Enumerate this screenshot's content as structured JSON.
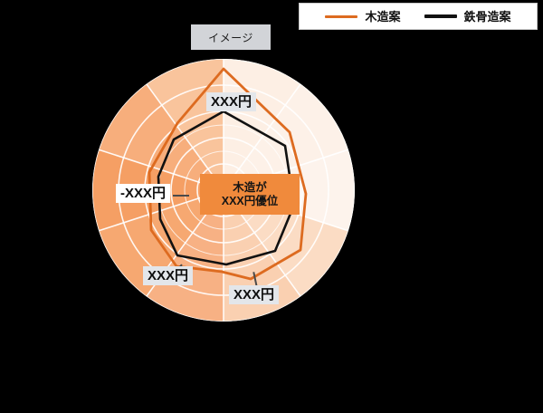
{
  "legend": {
    "items": [
      {
        "label": "木造案",
        "color": "#DD6B20",
        "icon": "line-swatch"
      },
      {
        "label": "鉄骨造案",
        "color": "#111111",
        "icon": "line-swatch"
      }
    ]
  },
  "image_tag": {
    "label": "イメージ",
    "background": "#d2d4d8"
  },
  "callouts": {
    "top": "XXX円",
    "left": "-XXX円",
    "bottom_left": "XXX円",
    "bottom_right": "XXX円"
  },
  "center_box": {
    "line1": "木造が",
    "line2": "XXX円優位",
    "background": "#F08A3C"
  },
  "colors": {
    "wood_line": "#DD6B20",
    "steel_line": "#111111",
    "sector_dark": "#F6A46A",
    "sector_mid": "#FBCBA4",
    "sector_light": "#FDE3D0",
    "sector_pale": "#FDF0E7",
    "grid": "#FFFFFF"
  },
  "chart_data": {
    "type": "radar",
    "title": "",
    "axes": [
      "axis-1",
      "axis-2",
      "axis-3",
      "axis-4",
      "axis-5",
      "axis-6",
      "axis-7",
      "axis-8",
      "axis-9",
      "axis-10"
    ],
    "rings": 5,
    "rmax": 100,
    "grid": true,
    "legend_position": "top-right",
    "series": [
      {
        "name": "木造案",
        "color": "#DD6B20",
        "values": [
          92,
          68,
          66,
          66,
          70,
          72,
          70,
          58,
          62,
          68
        ]
      },
      {
        "name": "鉄骨造案",
        "color": "#111111",
        "values": [
          60,
          56,
          55,
          54,
          53,
          52,
          52,
          50,
          52,
          57
        ]
      }
    ],
    "sector_fill_levels": [
      {
        "axis": "axis-1",
        "level": 0.3
      },
      {
        "axis": "axis-2",
        "level": 0.22
      },
      {
        "axis": "axis-3",
        "level": 0.18
      },
      {
        "axis": "axis-4",
        "level": 0.45
      },
      {
        "axis": "axis-5",
        "level": 0.62
      },
      {
        "axis": "axis-6",
        "level": 0.95
      },
      {
        "axis": "axis-7",
        "level": 0.9
      },
      {
        "axis": "axis-8",
        "level": 0.72
      },
      {
        "axis": "axis-9",
        "level": 0.52
      },
      {
        "axis": "axis-10",
        "level": 0.4
      }
    ]
  }
}
